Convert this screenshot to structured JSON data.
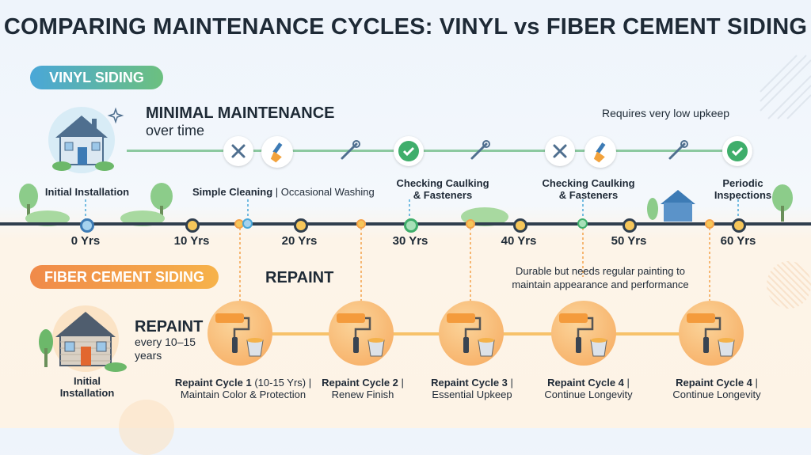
{
  "title": "COMPARING MAINTENANCE CYCLES: VINYL vs FIBER CEMENT SIDING",
  "vinyl": {
    "pill": "VINYL SIDING",
    "heading": "MINIMAL MAINTENANCE",
    "subheading": "over time",
    "note": "Requires very low upkeep",
    "initial_label": "Initial Installation",
    "labels": [
      {
        "text_bold": "Simple Cleaning",
        "text_rest": " | Occasional Washing"
      },
      {
        "line1": "Checking Caulking",
        "line2": "& Fasteners"
      },
      {
        "line1": "Checking Caulking",
        "line2": "& Fasteners"
      },
      {
        "line1": "Periodic",
        "line2": "Inspections"
      }
    ]
  },
  "timeline": {
    "years": [
      "0 Yrs",
      "10 Yrs",
      "20 Yrs",
      "30 Yrs",
      "40 Yrs",
      "50 Yrs",
      "60 Yrs"
    ]
  },
  "fiber": {
    "pill": "FIBER CEMENT SIDING",
    "repaint_heading": "REPAINT",
    "left_heading": "REPAINT",
    "left_sub1": "every 10–15",
    "left_sub2": "years",
    "initial_label1": "Initial",
    "initial_label2": "Installation",
    "note1": "Durable but needs regular painting to",
    "note2": "maintain appearance and performance",
    "cycles": [
      {
        "bold": "Repaint Cycle 1",
        "rest": " (10-15 Yrs) |",
        "line2": "Maintain Color & Protection"
      },
      {
        "bold": "Repaint Cycle 2",
        "rest": " |",
        "line2": "Renew Finish"
      },
      {
        "bold": "Repaint Cycle 3",
        "rest": " |",
        "line2": "Essential Upkeep"
      },
      {
        "bold": "Repaint Cycle 4",
        "rest": " |",
        "line2": "Continue Longevity"
      },
      {
        "bold": "Repaint Cycle 4",
        "rest": " |",
        "line2": "Continue Longevity"
      }
    ]
  },
  "colors": {
    "vinyl_line": "#6cc07f",
    "fiber_line": "#f4b24a",
    "timeline": "#2f3e4e",
    "check": "#3fae6b"
  }
}
